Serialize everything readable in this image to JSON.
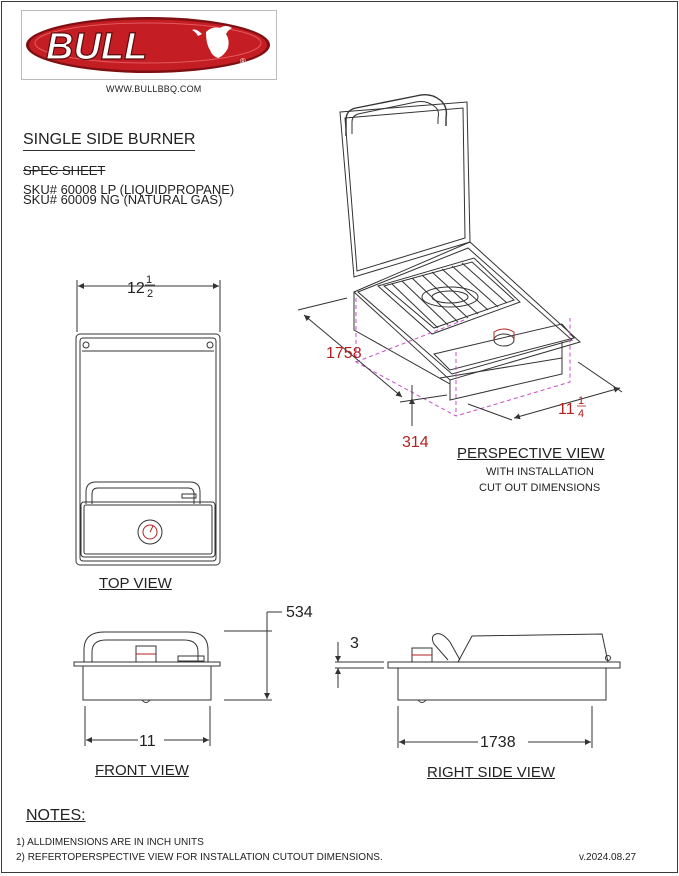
{
  "brand": {
    "logo_text": "BULL",
    "registered": "®",
    "website": "WWW.BULLBBQ.COM",
    "colors": {
      "logo_red": "#c41e24",
      "logo_dark": "#7e0f12",
      "dimension_red": "#b32020",
      "cutout_magenta": "#c64fc6"
    }
  },
  "header": {
    "title": "SINGLE SIDE BURNER",
    "spec": "SPEC SHEET",
    "sku_lp": "SKU# 60008 LP (LIQUIDPROPANE)",
    "sku_ng": "SKU# 60009 NG (NATURAL GAS)"
  },
  "top_view": {
    "label": "TOP VIEW",
    "width_whole": "12",
    "width_num": "1",
    "width_den": "2"
  },
  "perspective_view": {
    "label": "PERSPECTIVE VIEW",
    "sub1": "WITH INSTALLATION",
    "sub2": "CUT OUT DIMENSIONS",
    "depth": "1758",
    "height": "314",
    "width_whole": "11",
    "width_num": "1",
    "width_den": "4"
  },
  "front_view": {
    "label": "FRONT VIEW",
    "height": "534",
    "width": "11"
  },
  "right_side_view": {
    "label": "RIGHT SIDE VIEW",
    "height": "3",
    "depth": "1738"
  },
  "notes": {
    "title": "NOTES:",
    "items": [
      {
        "num": "1)",
        "text": "ALLDIMENSIONS ARE IN INCH UNITS"
      },
      {
        "num": "2)",
        "text": "REFERTOPERSPECTIVE VIEW FOR INSTALLATION CUTOUT DIMENSIONS."
      }
    ]
  },
  "version": "v.2024.08.27"
}
